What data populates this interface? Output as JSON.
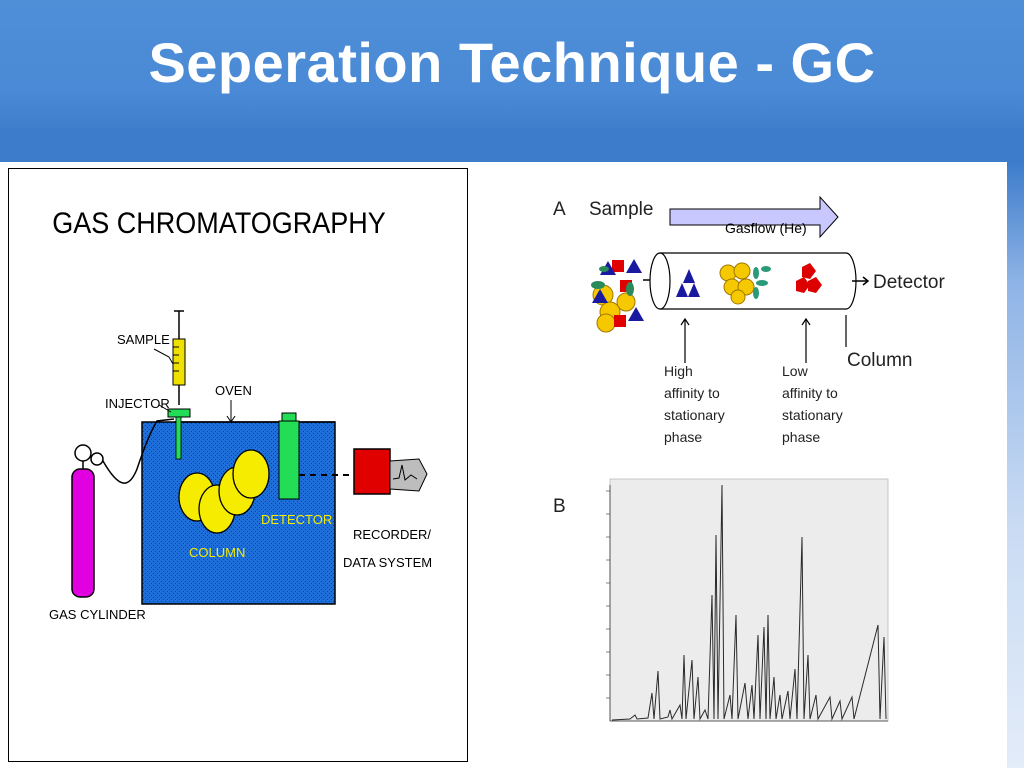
{
  "slide": {
    "title": "Seperation Technique - GC"
  },
  "left_figure": {
    "heading": "GAS CHROMATOGRAPHY",
    "labels": {
      "sample": "SAMPLE",
      "injector": "INJECTOR",
      "oven": "OVEN",
      "detector": "DETECTOR",
      "column": "COLUMN",
      "recorder_line1": "RECORDER/",
      "recorder_line2": "DATA SYSTEM",
      "gas_cylinder": "GAS CYLINDER"
    }
  },
  "right_figure": {
    "panel_a": {
      "letter": "A",
      "sample": "Sample",
      "gasflow": "Gasflow (He)",
      "detector": "Detector",
      "column": "Column",
      "high_affinity": [
        "High",
        "affinity to",
        "stationary",
        "phase"
      ],
      "low_affinity": [
        "Low",
        "affinity to",
        "stationary",
        "phase"
      ]
    },
    "panel_b": {
      "letter": "B"
    }
  },
  "colors": {
    "header_blue": "#4a8ad6",
    "oven_blue": "#1e6fd9",
    "column_yellow": "#f5ec00",
    "detector_green": "#22dd55",
    "recorder_red": "#e00000",
    "cylinder_magenta": "#e000e0"
  }
}
